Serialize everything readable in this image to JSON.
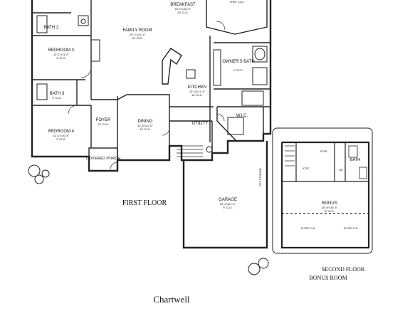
{
  "plan": {
    "rooms": {
      "breakfast": {
        "name": "BREAKFAST",
        "dims": "10'-0\"x10'-0\"",
        "clg": "10' CLG."
      },
      "tray": {
        "name": "",
        "dims": "",
        "clg": "TRAY CLG."
      },
      "bath2": {
        "name": "BATH 2",
        "dims": "",
        "clg": ""
      },
      "family": {
        "name": "FAMILY ROOM",
        "dims": "19'-2\"x21'-4\"",
        "clg": "10' CLG."
      },
      "bedroom3": {
        "name": "BEDROOM 3",
        "dims": "12'-1\"x11'-0\"",
        "clg": "9' CLG."
      },
      "owners_bath": {
        "name": "OWNER'S BATH",
        "dims": "",
        "clg": "9' CLG."
      },
      "kitchen": {
        "name": "KITCHEN",
        "dims": "13'-3\"x11'-4\"",
        "clg": "10' CLG."
      },
      "bath3": {
        "name": "BATH 3",
        "dims": "",
        "clg": "9' CLG."
      },
      "foyer": {
        "name": "FOYER",
        "dims": "",
        "clg": "10' CLG."
      },
      "dining": {
        "name": "DINING",
        "dims": "11'-5\"x11'-0\"",
        "clg": "10' CLG."
      },
      "wic": {
        "name": "W.I.C.",
        "dims": "",
        "clg": ""
      },
      "utility": {
        "name": "UTILITY",
        "dims": "",
        "clg": ""
      },
      "bedroom4": {
        "name": "BEDROOM 4",
        "dims": "12'-1\"x10'-9\"",
        "clg": "9' CLG."
      },
      "covered_porch": {
        "name": "COVERED PORCH",
        "dims": "",
        "clg": ""
      },
      "garage": {
        "name": "GARAGE",
        "dims": "19'-2\"x21'-2\"",
        "clg": "9' CLG."
      },
      "bath_upper": {
        "name": "BATH",
        "dims": "",
        "clg": ""
      },
      "bonus": {
        "name": "BONUS",
        "dims": "15'-8\"x15'-4\"",
        "clg": "8' CLG."
      }
    },
    "labels": {
      "first_floor": "FIRST FLOOR",
      "second_floor": "SECOND FLOOR",
      "bonus_room": "BONUS ROOM",
      "plan_name": "Chartwell",
      "optional_storage": "OPT. STORAGE",
      "slope_left": "SLOPE CLG.",
      "slope_right": "SLOPE CLG.",
      "attic": "ATTIC",
      "storage": "STOR.",
      "linen": "LIN."
    }
  }
}
